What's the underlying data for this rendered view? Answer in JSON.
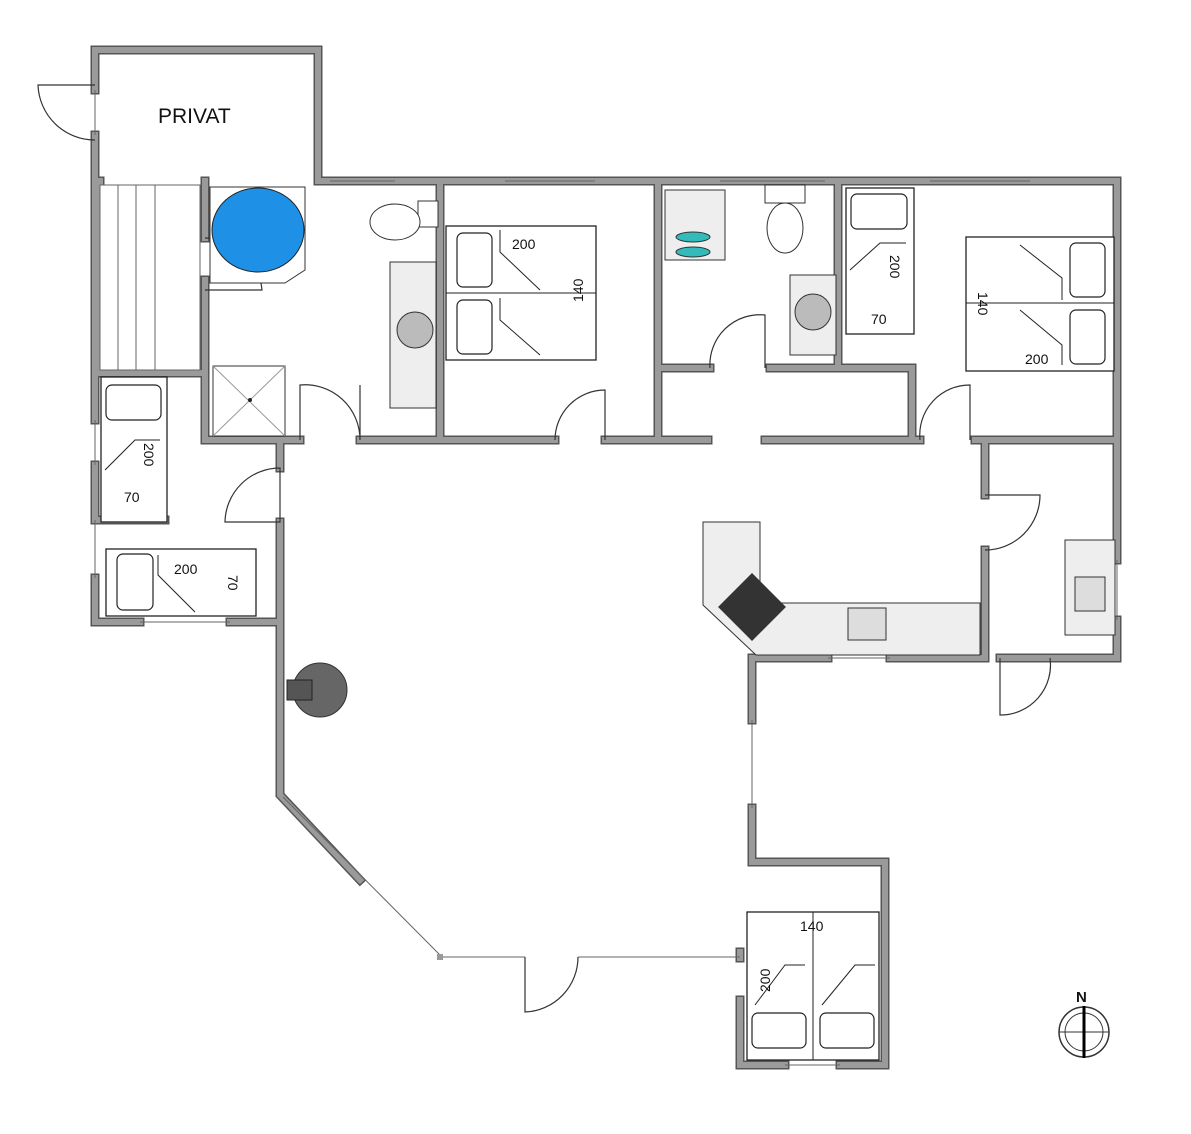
{
  "rooms": {
    "privat": "PRIVAT"
  },
  "beds": {
    "bed1_len": "200",
    "bed1_width": "140",
    "bed2_len": "200",
    "bed2_width": "70",
    "bed3_width": "140",
    "bed3_len": "200",
    "bed4_len": "200",
    "bed4_width": "70",
    "bed5_len": "200",
    "bed5_width": "70",
    "bed6_width": "140",
    "bed6_len": "200"
  },
  "compass": {
    "label": "N"
  },
  "colors": {
    "wall": "#9a9a9a",
    "bathtub": "#1e90e6"
  }
}
